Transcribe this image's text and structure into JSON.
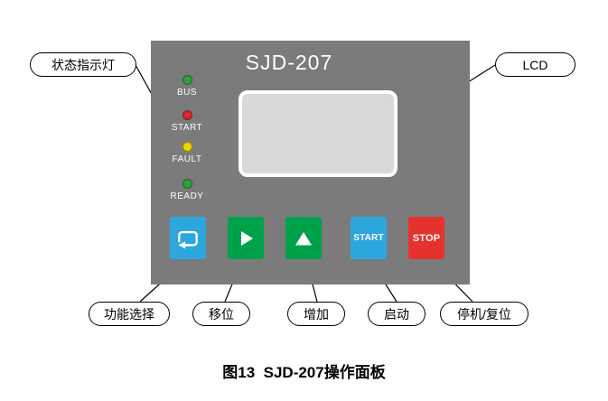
{
  "figure": {
    "caption": "图13  SJD-207操作面板"
  },
  "panel": {
    "title": "SJD-207",
    "bg_color": "#7b7b7b",
    "lcd_color": "#d9d9d9",
    "leds": [
      {
        "label": "BUS",
        "color": "#2fa03c"
      },
      {
        "label": "START",
        "color": "#d42a2a"
      },
      {
        "label": "FAULT",
        "color": "#f2d400"
      },
      {
        "label": "READY",
        "color": "#2fa03c"
      }
    ],
    "buttons": [
      {
        "id": "function-select",
        "label": "",
        "color": "#2ba7dd",
        "icon": "loop-arrow-icon"
      },
      {
        "id": "shift",
        "label": "",
        "color": "#00a14b",
        "icon": "right-triangle-icon"
      },
      {
        "id": "increase",
        "label": "",
        "color": "#00a14b",
        "icon": "up-triangle-icon"
      },
      {
        "id": "start",
        "label": "START",
        "color": "#2ba7dd",
        "icon": ""
      },
      {
        "id": "stop",
        "label": "STOP",
        "color": "#e5322d",
        "icon": ""
      }
    ]
  },
  "callouts": {
    "status_leds": "状态指示灯",
    "lcd": "LCD",
    "function_select": "功能选择",
    "shift": "移位",
    "increase": "增加",
    "start": "启动",
    "stop": "停机/复位"
  }
}
